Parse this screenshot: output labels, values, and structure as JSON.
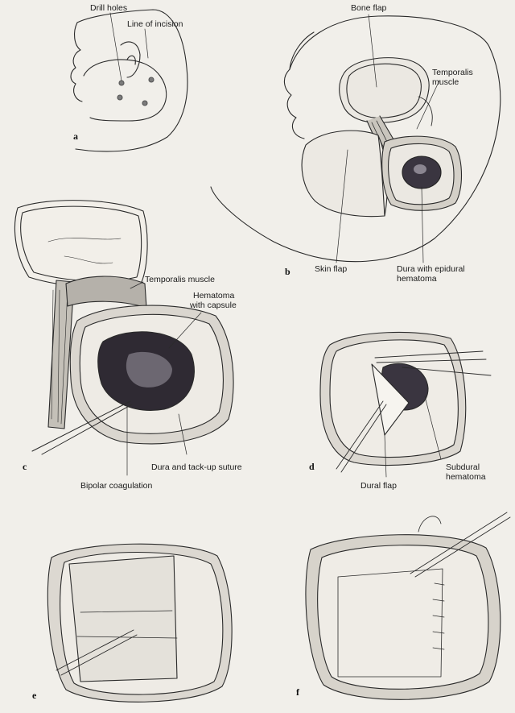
{
  "panels": [
    {
      "letter": "a",
      "labels": [
        "Drill holes",
        "Line of incision"
      ]
    },
    {
      "letter": "b",
      "labels": [
        "Bone flap",
        "Temporalis",
        "muscle",
        "Skin flap",
        "Dura with epidural",
        "hematoma"
      ]
    },
    {
      "letter": "c",
      "labels": [
        "Temporalis muscle",
        "Hematoma",
        "with capsule",
        "Dura and tack-up suture",
        "Bipolar coagulation"
      ]
    },
    {
      "letter": "d",
      "labels": [
        "Dural flap",
        "Subdural",
        "hematoma"
      ]
    },
    {
      "letter": "e",
      "labels": []
    },
    {
      "letter": "f",
      "labels": []
    }
  ],
  "colors": {
    "paper": "#f1efea",
    "ink": "#2a2a2a",
    "hematoma": "#2b2630",
    "muscle": "#8d8a86",
    "dura": "#e6e3dc"
  }
}
